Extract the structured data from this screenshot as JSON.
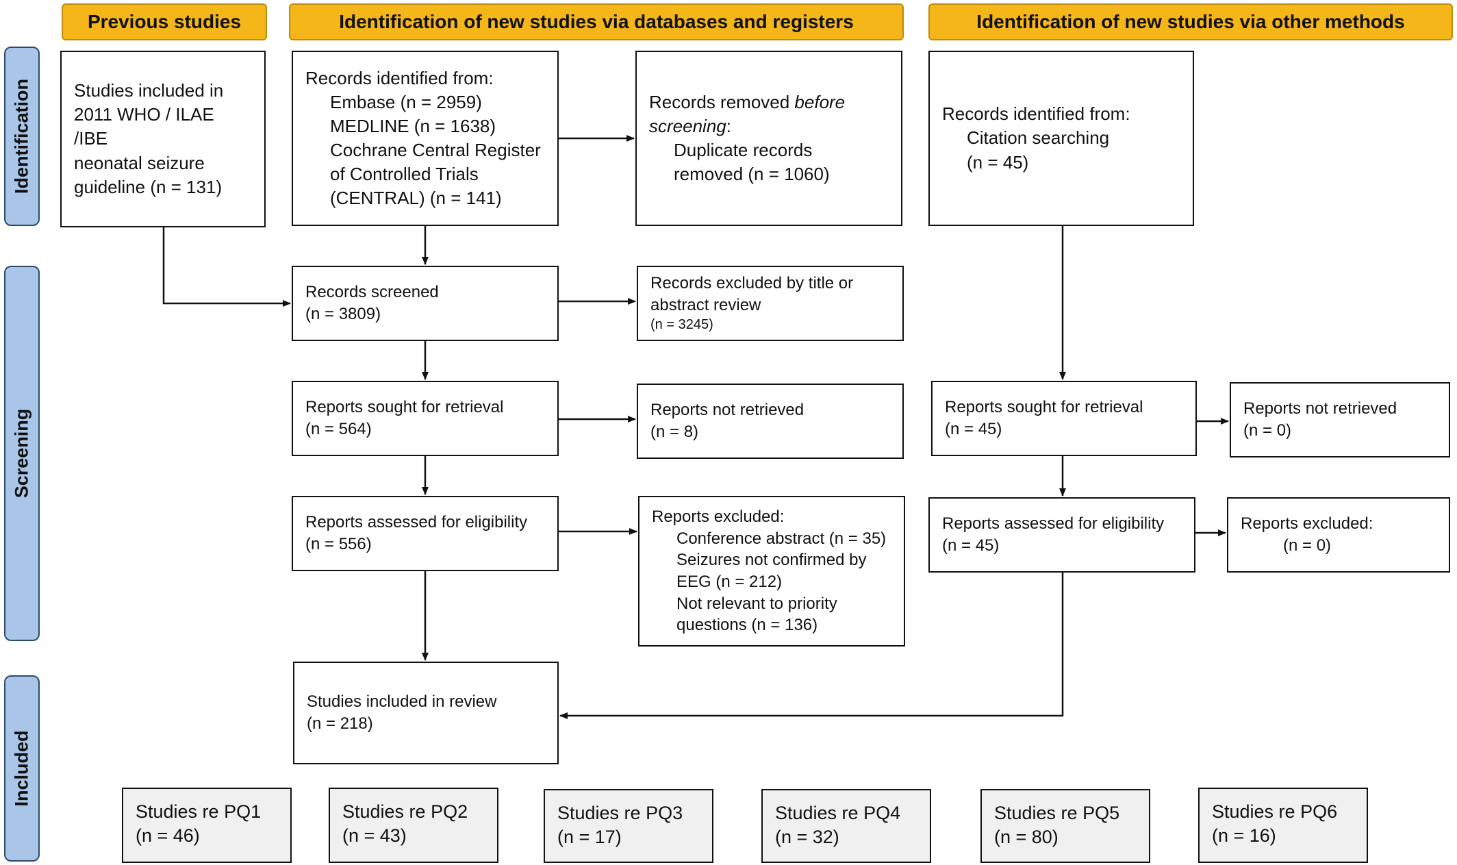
{
  "headers": {
    "previous": "Previous studies",
    "databases": "Identification of new studies via databases and registers",
    "other": "Identification of new studies via other methods"
  },
  "stages": {
    "identification": "Identification",
    "screening": "Screening",
    "included": "Included"
  },
  "previous_studies": {
    "line1": "Studies included in",
    "line2": "2011 WHO / ILAE /IBE",
    "line3": "neonatal seizure",
    "line4": "guideline (n = 131)"
  },
  "db_identified": {
    "title": "Records identified from:",
    "embase": "Embase (n = 2959)",
    "medline": "MEDLINE (n = 1638)",
    "central1": "Cochrane Central Register",
    "central2": "of Controlled Trials",
    "central3": "(CENTRAL) (n = 141)"
  },
  "removed": {
    "prefix": "Records removed ",
    "em1": "before",
    "em2": "screening",
    "suffix": ":",
    "line1": "Duplicate records",
    "line2": "removed  (n = 1060)"
  },
  "other_identified": {
    "title": "Records identified from:",
    "line1": "Citation searching",
    "line2": "(n = 45)"
  },
  "screened": {
    "line1": "Records screened",
    "line2": "(n = 3809)"
  },
  "excluded_title": {
    "line1": "Records excluded by title or",
    "line2": "abstract review",
    "line3": "(n = 3245)"
  },
  "sought_db": {
    "line1": "Reports sought for retrieval",
    "line2": "(n = 564)"
  },
  "not_retrieved_db": {
    "line1": "Reports not retrieved",
    "line2": "(n = 8)"
  },
  "sought_other": {
    "line1": "Reports sought for retrieval",
    "line2": "(n = 45)"
  },
  "not_retrieved_other": {
    "line1": "Reports not retrieved",
    "line2": "(n = 0)"
  },
  "assessed_db": {
    "line1": "Reports assessed for eligibility",
    "line2": "(n = 556)"
  },
  "excluded_db": {
    "title": "Reports excluded:",
    "line1": "Conference abstract (n = 35)",
    "line2": "Seizures not confirmed by",
    "line3": "EEG (n = 212)",
    "line4": "Not relevant to priority",
    "line5": "questions (n = 136)"
  },
  "assessed_other": {
    "line1": "Reports assessed for eligibility",
    "line2": "(n = 45)"
  },
  "excluded_other": {
    "line1": "Reports excluded:",
    "line2": "(n = 0)"
  },
  "included": {
    "line1": "Studies included in review",
    "line2": "(n = 218)"
  },
  "pq": [
    {
      "label": "Studies re PQ1",
      "n": "(n = 46)"
    },
    {
      "label": "Studies re PQ2",
      "n": "(n = 43)"
    },
    {
      "label": "Studies re PQ3",
      "n": "(n = 17)"
    },
    {
      "label": "Studies re PQ4",
      "n": "(n = 32)"
    },
    {
      "label": "Studies re PQ5",
      "n": "(n = 80)"
    },
    {
      "label": "Studies re PQ6",
      "n": "(n = 16)"
    }
  ]
}
